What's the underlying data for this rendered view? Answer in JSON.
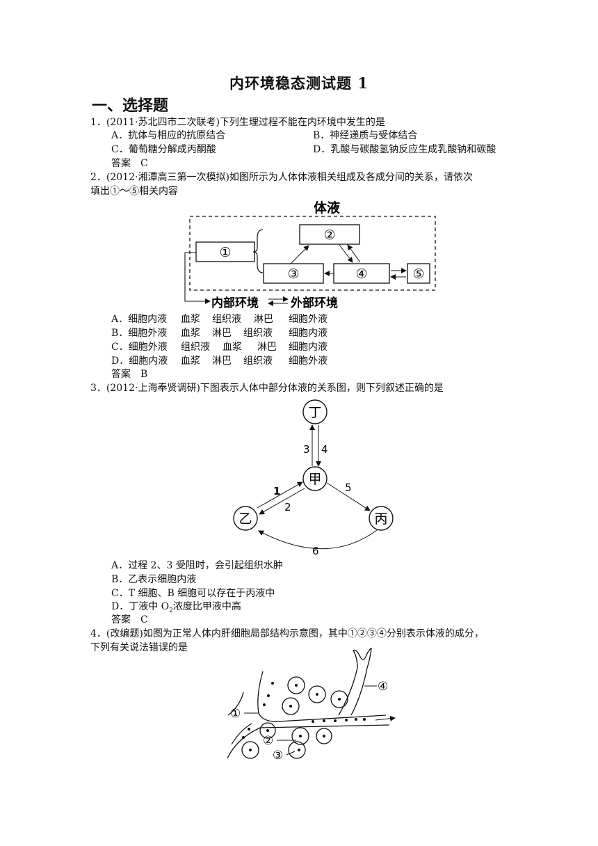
{
  "title": "内环境稳态测试题 1",
  "section": "一、选择题",
  "q1": {
    "stem": "1．(2011·苏北四市二次联考)下列生理过程不能在内环境中发生的是",
    "options": [
      "A．抗体与相应的抗原结合",
      "B．神经递质与受体结合",
      "C．葡萄糖分解成丙酮酸",
      "D．乳酸与碳酸氢钠反应生成乳酸钠和碳酸"
    ],
    "answer": "答案　C"
  },
  "q2": {
    "stem_line1": "2．(2012·湘潭高三第一次模拟)如图所示为人体体液相关组成及各成分间的关系，请依次",
    "stem_line2": "填出①～⑤相关内容",
    "diagram": {
      "title": "体液",
      "box1": "①",
      "box2": "②",
      "box3": "③",
      "box4": "④",
      "box5": "⑤",
      "bottom_left": "内部环境",
      "bottom_right": "外部环境"
    },
    "options": [
      [
        "A．细胞内液",
        "血浆",
        "组织液",
        "淋巴",
        "细胞外液"
      ],
      [
        "B．细胞外液",
        "血浆",
        "淋巴",
        "组织液",
        "细胞内液"
      ],
      [
        "C．细胞外液",
        "组织液",
        "血浆",
        "淋巴",
        "细胞内液"
      ],
      [
        "D．细胞内液",
        "血浆",
        "淋巴",
        "组织液",
        "细胞外液"
      ]
    ],
    "answer": "答案　B"
  },
  "q3": {
    "stem": "3．(2012·上海奉贤调研)下图表示人体中部分体液的关系图，则下列叙述正确的是",
    "diagram": {
      "ding": "丁",
      "jia": "甲",
      "yi": "乙",
      "bing": "丙",
      "n1": "1",
      "n2": "2",
      "n3": "3",
      "n4": "4",
      "n5": "5",
      "n6": "6"
    },
    "options": [
      "A．过程 2、3 受阻时，会引起组织水肿",
      "B．乙表示细胞内液",
      "C．T 细胞、B 细胞可以存在于丙液中"
    ],
    "option_d_pre": "D．丁液中 O",
    "option_d_sub": "2",
    "option_d_post": "浓度比甲液中高",
    "answer": "答案　C"
  },
  "q4": {
    "stem_line1": "4．(改编题)如图为正常人体内肝细胞局部结构示意图，其中①②③④分别表示体液的成分，",
    "stem_line2": "下列有关说法错误的是",
    "diagram": {
      "l1": "①",
      "l2": "②",
      "l3": "③",
      "l4": "④"
    }
  }
}
